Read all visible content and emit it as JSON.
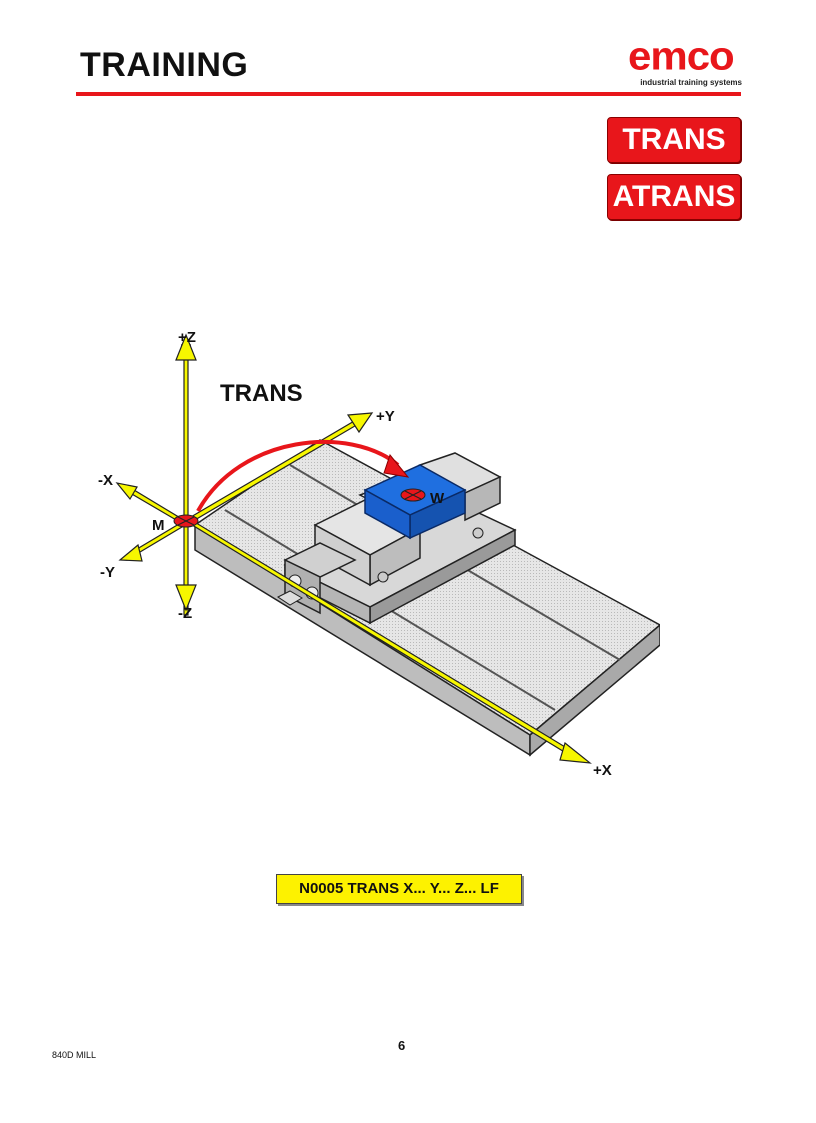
{
  "header": {
    "title": "TRAINING",
    "logo": {
      "word": "emco",
      "tagline": "industrial training systems",
      "color": "#e8161b"
    }
  },
  "tags": [
    "TRANS",
    "ATRANS"
  ],
  "diagram": {
    "heading": "TRANS",
    "axes": {
      "pz": "+Z",
      "nz": "-Z",
      "px": "+X",
      "nx": "-X",
      "py": "+Y",
      "ny": "-Y"
    },
    "machine_zero_label": "M",
    "workpiece_zero_label": "W",
    "colors": {
      "axis": "#f7f700",
      "arrow": "#e8161b",
      "workpiece": "#1f6fe0",
      "table": "#d9d9d9"
    }
  },
  "code": "N0005  TRANS X... Y... Z... LF",
  "footer": {
    "page": "6",
    "doc": "840D MILL"
  }
}
